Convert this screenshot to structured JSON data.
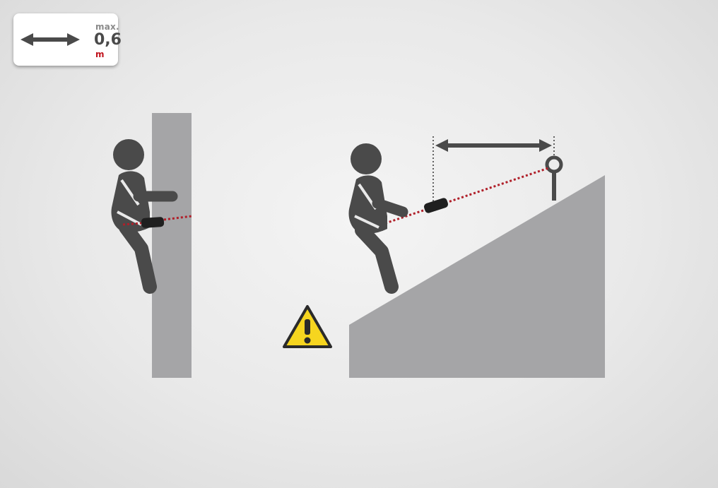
{
  "badge": {
    "max_label": "max.",
    "value": "0,6",
    "unit": "m",
    "icon": "double-arrow-icon"
  },
  "colors": {
    "figure": "#4a4a4a",
    "wall": "#a5a5a7",
    "lanyard": "#b0202a",
    "warning_fill": "#f6d51f",
    "background": "#e9e9e9"
  },
  "icons": [
    "double-arrow-icon",
    "warning-icon",
    "anchor-eye-icon",
    "dimension-arrow-icon"
  ]
}
